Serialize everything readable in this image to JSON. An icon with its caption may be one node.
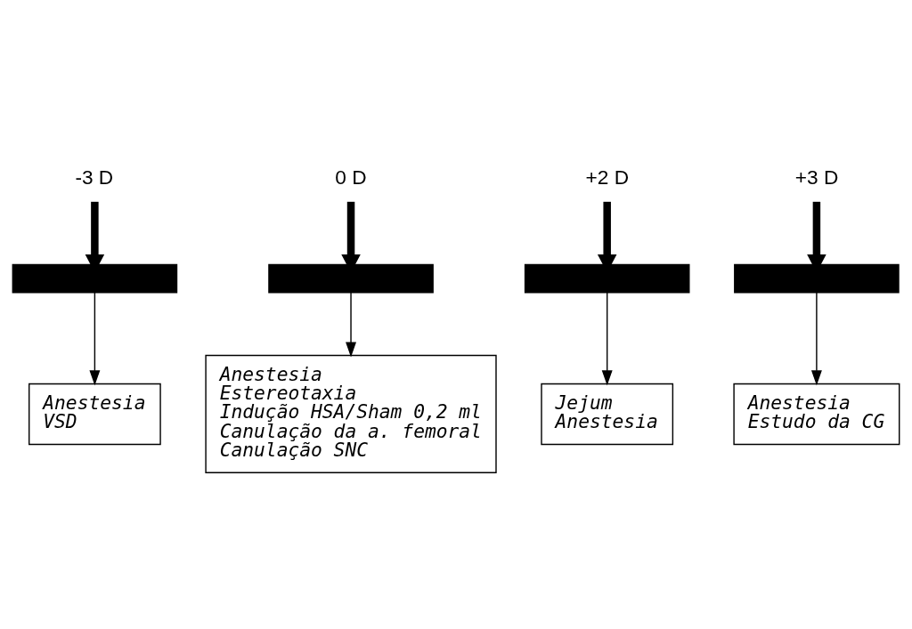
{
  "diagram": {
    "nodes": [
      {
        "text": [
          "-3 D"
        ]
      },
      {
        "text": [
          "0 D"
        ]
      },
      {
        "text": [
          "+2 D"
        ]
      },
      {
        "text": [
          "+3 D"
        ]
      },
      {
        "text": [],
        "shape": "bar"
      },
      {
        "text": [],
        "shape": "bar"
      },
      {
        "text": [],
        "shape": "bar"
      },
      {
        "text": [],
        "shape": "bar"
      },
      {
        "text": [
          "Anestesia",
          "VSD"
        ]
      },
      {
        "text": [
          "Anestesia",
          "Estereotaxia",
          "Indução HSA/Sham 0,2 ml",
          "Canulação da a. femoral",
          "Canulação SNC"
        ]
      },
      {
        "text": [
          "Jejum",
          "Anestesia"
        ]
      },
      {
        "text": [
          "Anestesia",
          "Estudo da CG"
        ]
      }
    ],
    "edges": [
      {
        "from": 0,
        "to": 4,
        "arrow": "to",
        "style": "thick"
      },
      {
        "from": 1,
        "to": 5,
        "arrow": "to",
        "style": "thick"
      },
      {
        "from": 2,
        "to": 6,
        "arrow": "to",
        "style": "thick"
      },
      {
        "from": 3,
        "to": 7,
        "arrow": "to",
        "style": "thick"
      },
      {
        "from": 4,
        "to": 8,
        "arrow": "to"
      },
      {
        "from": 5,
        "to": 9,
        "arrow": "to"
      },
      {
        "from": 6,
        "to": 10,
        "arrow": "to"
      },
      {
        "from": 7,
        "to": 11,
        "arrow": "to"
      }
    ]
  }
}
